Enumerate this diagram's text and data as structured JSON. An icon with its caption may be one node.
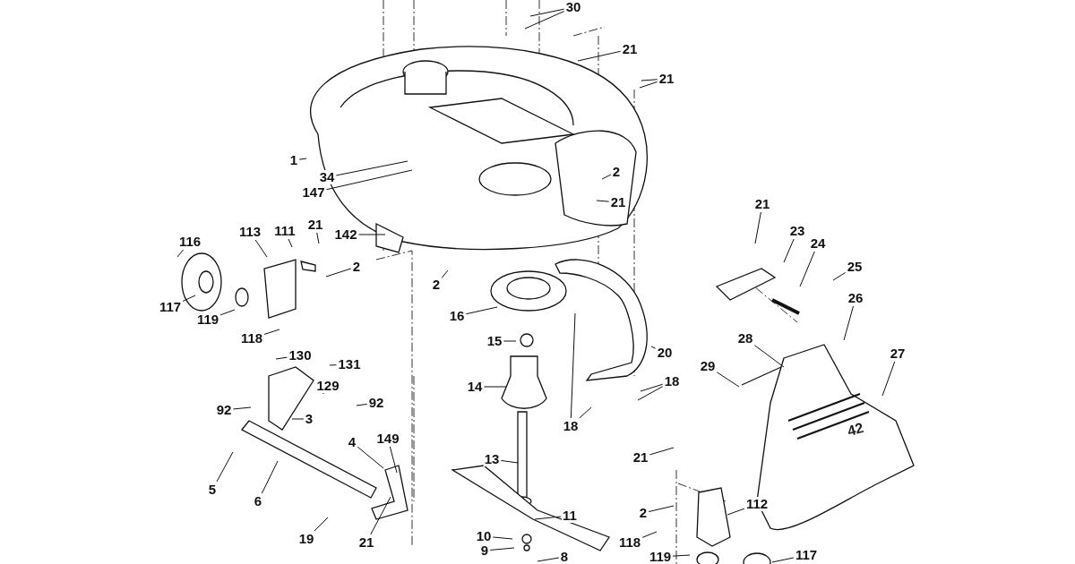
{
  "diagram": {
    "nodes": [
      {
        "text": [
          "30"
        ]
      },
      {
        "text": [
          "21"
        ]
      },
      {
        "text": [
          "21"
        ]
      },
      {
        "text": [
          "1"
        ]
      },
      {
        "text": [
          "34"
        ]
      },
      {
        "text": [
          "2"
        ]
      },
      {
        "text": [
          "147"
        ]
      },
      {
        "text": [
          "21"
        ]
      },
      {
        "text": [
          "21"
        ]
      },
      {
        "text": [
          "142"
        ]
      },
      {
        "text": [
          "21"
        ]
      },
      {
        "text": [
          "113"
        ]
      },
      {
        "text": [
          "111"
        ]
      },
      {
        "text": [
          "23"
        ]
      },
      {
        "text": [
          "116"
        ]
      },
      {
        "text": [
          "24"
        ]
      },
      {
        "text": [
          "2"
        ]
      },
      {
        "text": [
          "25"
        ]
      },
      {
        "text": [
          "2"
        ]
      },
      {
        "text": [
          "26"
        ]
      },
      {
        "text": [
          "117"
        ]
      },
      {
        "text": [
          "16"
        ]
      },
      {
        "text": [
          "119"
        ]
      },
      {
        "text": [
          "118"
        ]
      },
      {
        "text": [
          "28"
        ]
      },
      {
        "text": [
          "15"
        ]
      },
      {
        "text": [
          "27"
        ]
      },
      {
        "text": [
          "20"
        ]
      },
      {
        "text": [
          "130"
        ]
      },
      {
        "text": [
          "131"
        ]
      },
      {
        "text": [
          "29"
        ]
      },
      {
        "text": [
          "18"
        ]
      },
      {
        "text": [
          "129"
        ]
      },
      {
        "text": [
          "14"
        ]
      },
      {
        "text": [
          "92"
        ]
      },
      {
        "text": [
          "92"
        ]
      },
      {
        "text": [
          "3"
        ]
      },
      {
        "text": [
          "18"
        ]
      },
      {
        "text": [
          "149"
        ]
      },
      {
        "text": [
          "4"
        ]
      },
      {
        "text": [
          "21"
        ]
      },
      {
        "text": [
          "13"
        ]
      },
      {
        "text": [
          "5"
        ]
      },
      {
        "text": [
          "6"
        ]
      },
      {
        "text": [
          "2"
        ]
      },
      {
        "text": [
          "112"
        ]
      },
      {
        "text": [
          "11"
        ]
      },
      {
        "text": [
          "19"
        ]
      },
      {
        "text": [
          "21"
        ]
      },
      {
        "text": [
          "118"
        ]
      },
      {
        "text": [
          "10"
        ]
      },
      {
        "text": [
          "9"
        ]
      },
      {
        "text": [
          "8"
        ]
      },
      {
        "text": [
          "119"
        ]
      },
      {
        "text": [
          "117"
        ]
      }
    ],
    "edges": [
      {
        "from": 0,
        "to": null,
        "arrow": "none"
      },
      {
        "from": 0,
        "to": null,
        "arrow": "none"
      },
      {
        "from": 1,
        "to": null,
        "arrow": "none"
      },
      {
        "from": 2,
        "to": null,
        "arrow": "none"
      },
      {
        "from": 2,
        "to": null,
        "arrow": "none"
      },
      {
        "from": 3,
        "to": null,
        "arrow": "none"
      },
      {
        "from": 4,
        "to": null,
        "arrow": "none"
      },
      {
        "from": 5,
        "to": null,
        "arrow": "none"
      },
      {
        "from": 6,
        "to": null,
        "arrow": "none"
      },
      {
        "from": 7,
        "to": null,
        "arrow": "none"
      },
      {
        "from": 8,
        "to": null,
        "arrow": "none"
      },
      {
        "from": 9,
        "to": null,
        "arrow": "none"
      },
      {
        "from": 10,
        "to": null,
        "arrow": "none"
      },
      {
        "from": 11,
        "to": null,
        "arrow": "none"
      },
      {
        "from": 12,
        "to": null,
        "arrow": "none"
      },
      {
        "from": 13,
        "to": null,
        "arrow": "none"
      },
      {
        "from": 14,
        "to": null,
        "arrow": "none"
      },
      {
        "from": 15,
        "to": null,
        "arrow": "none"
      },
      {
        "from": 16,
        "to": null,
        "arrow": "none"
      },
      {
        "from": 17,
        "to": null,
        "arrow": "none"
      },
      {
        "from": 18,
        "to": null,
        "arrow": "none"
      },
      {
        "from": 19,
        "to": null,
        "arrow": "none"
      },
      {
        "from": 20,
        "to": null,
        "arrow": "none"
      },
      {
        "from": 21,
        "to": null,
        "arrow": "none"
      },
      {
        "from": 22,
        "to": null,
        "arrow": "none"
      },
      {
        "from": 23,
        "to": null,
        "arrow": "none"
      },
      {
        "from": 24,
        "to": null,
        "arrow": "none"
      },
      {
        "from": 25,
        "to": null,
        "arrow": "none"
      },
      {
        "from": 26,
        "to": null,
        "arrow": "none"
      },
      {
        "from": 27,
        "to": null,
        "arrow": "none"
      },
      {
        "from": 28,
        "to": null,
        "arrow": "none"
      },
      {
        "from": 29,
        "to": null,
        "arrow": "none"
      },
      {
        "from": 30,
        "to": null,
        "arrow": "none"
      },
      {
        "from": 31,
        "to": null,
        "arrow": "none"
      },
      {
        "from": 31,
        "to": null,
        "arrow": "none"
      },
      {
        "from": 32,
        "to": null,
        "arrow": "none"
      },
      {
        "from": 33,
        "to": null,
        "arrow": "none"
      },
      {
        "from": 34,
        "to": null,
        "arrow": "none"
      },
      {
        "from": 35,
        "to": null,
        "arrow": "none"
      },
      {
        "from": 36,
        "to": null,
        "arrow": "none"
      },
      {
        "from": 37,
        "to": null,
        "arrow": "none"
      },
      {
        "from": 37,
        "to": null,
        "arrow": "none"
      },
      {
        "from": 38,
        "to": null,
        "arrow": "none"
      },
      {
        "from": 39,
        "to": null,
        "arrow": "none"
      },
      {
        "from": 40,
        "to": null,
        "arrow": "none"
      },
      {
        "from": 41,
        "to": null,
        "arrow": "none"
      },
      {
        "from": 42,
        "to": null,
        "arrow": "none"
      },
      {
        "from": 43,
        "to": null,
        "arrow": "none"
      },
      {
        "from": 44,
        "to": null,
        "arrow": "none"
      },
      {
        "from": 45,
        "to": null,
        "arrow": "none"
      },
      {
        "from": 46,
        "to": null,
        "arrow": "none"
      },
      {
        "from": 47,
        "to": null,
        "arrow": "none"
      },
      {
        "from": 48,
        "to": null,
        "arrow": "none"
      },
      {
        "from": 49,
        "to": null,
        "arrow": "none"
      },
      {
        "from": 50,
        "to": null,
        "arrow": "none"
      },
      {
        "from": 51,
        "to": null,
        "arrow": "none"
      },
      {
        "from": 52,
        "to": null,
        "arrow": "none"
      },
      {
        "from": 53,
        "to": null,
        "arrow": "none"
      },
      {
        "from": 54,
        "to": null,
        "arrow": "none"
      }
    ],
    "labels": [
      "42"
    ]
  }
}
